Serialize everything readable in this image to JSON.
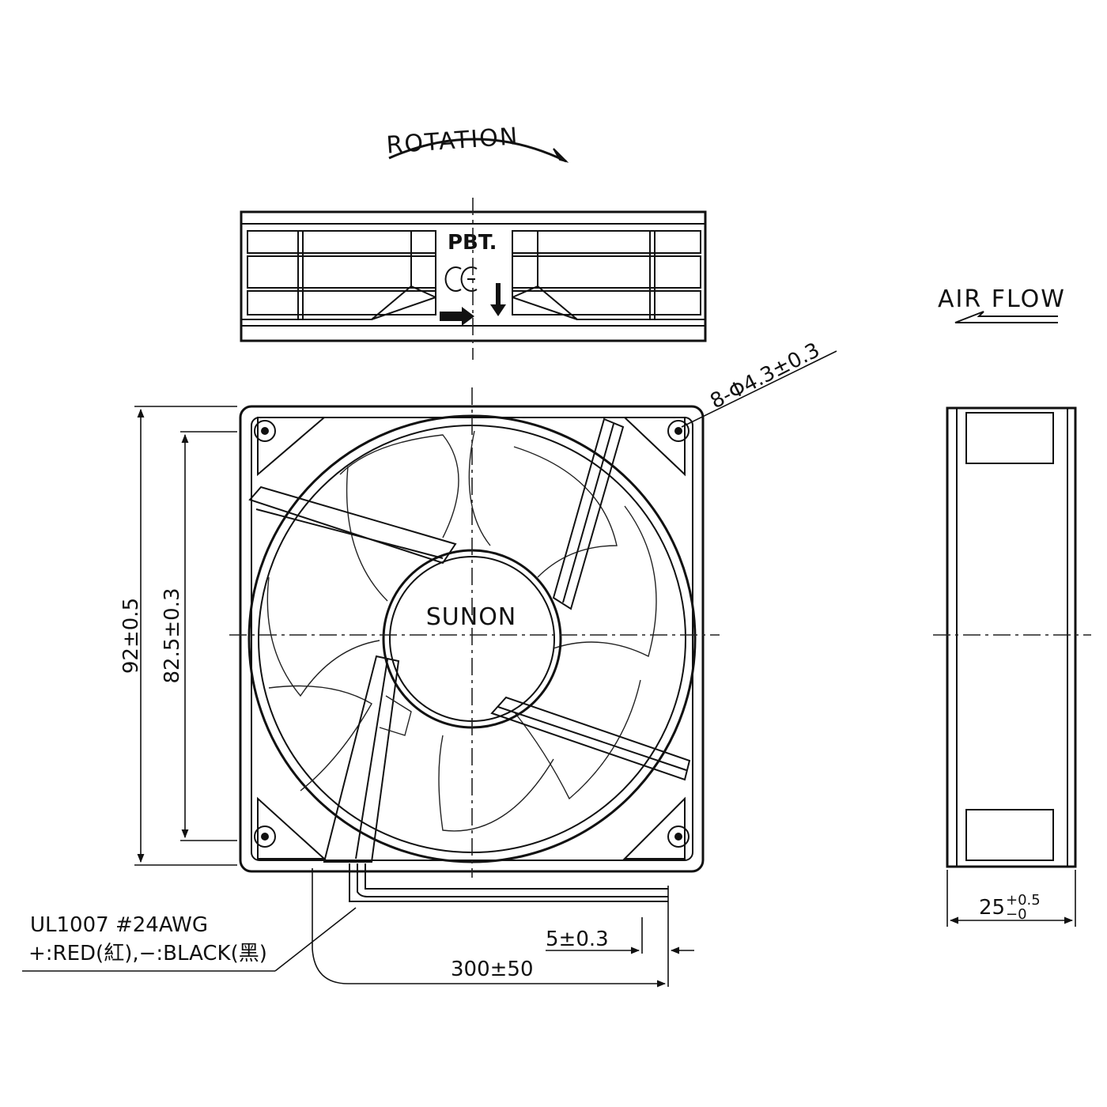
{
  "labels": {
    "rotation": "ROTATION",
    "air_flow": "AIR FLOW",
    "material": "PBT.",
    "ce_mark": "CE",
    "brand": "SUNON",
    "hole_spec": "8-Φ4.3±0.3",
    "dim_outer": "92±0.5",
    "dim_hole_pitch": "82.5±0.3",
    "dim_thickness_base": "25",
    "dim_thickness_tol_upper": "+0.5",
    "dim_thickness_tol_lower": "−0",
    "dim_strip": "5±0.3",
    "dim_lead_length": "300±50",
    "wire_spec_line1": "UL1007  #24AWG",
    "wire_spec_line2": "+:RED(紅),−:BLACK(黑)"
  },
  "icons": {
    "rotation_arrow": "curved-arrow-icon",
    "airflow_arrow": "left-arrow-icon",
    "ce": "ce-mark-icon"
  }
}
